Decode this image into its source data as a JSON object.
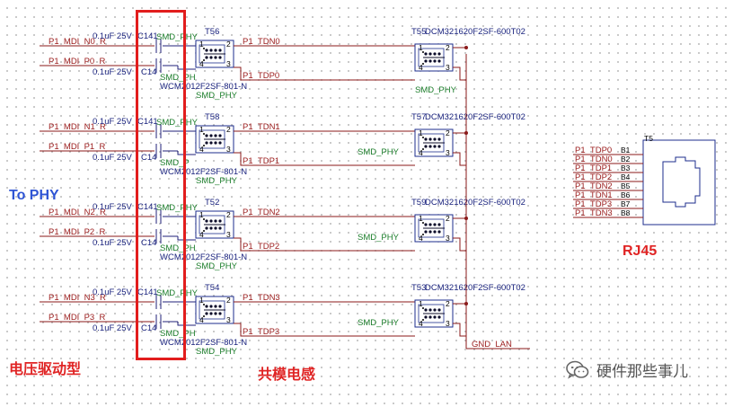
{
  "channels": [
    {
      "in_a": "P1_MDI_N0_R",
      "in_b": "P1_MDI_P0_R",
      "cap_a_value": "0.1uF 25V",
      "cap_a_ref": "C141",
      "cap_b_value": "0.1uF 25V",
      "cap_b_ref": "C14",
      "label_top": "SMD_PHY",
      "label_mid": "SMD_PH",
      "xfmr_ref": "T56",
      "xfmr_part": "WCM2012F2SF-801-N",
      "xfmr_label": "SMD_PHY",
      "out_a": "P1_TDN0",
      "out_b": "P1_TDP0",
      "cmc_ref": "T55",
      "cmc_part": "DCM321620F2SF-600T02",
      "cmc_label": "SMD_PHY",
      "cmc_label_pos": "below"
    },
    {
      "in_a": "P1_MDI_N1_R",
      "in_b": "P1_MDI_P1_R",
      "cap_a_value": "0.1uF 25V",
      "cap_a_ref": "C141",
      "cap_b_value": "0.1uF 25V",
      "cap_b_ref": "C14",
      "label_top": "SMD_PHY",
      "label_mid": "SMD_P",
      "xfmr_ref": "T58",
      "xfmr_part": "WCM2012F2SF-801-N",
      "xfmr_label": "SMD_PHY",
      "out_a": "P1_TDN1",
      "out_b": "P1_TDP1",
      "cmc_ref": "T57",
      "cmc_part": "DCM321620F2SF-600T02",
      "cmc_label": "SMD_PHY",
      "cmc_label_pos": "left"
    },
    {
      "in_a": "P1_MDI_N2_R",
      "in_b": "P1_MDI_P2_R",
      "cap_a_value": "0.1uF 25V",
      "cap_a_ref": "C141",
      "cap_b_value": "0.1uF 25V",
      "cap_b_ref": "C14",
      "label_top": "SMD_PHY",
      "label_mid": "SMD_PH",
      "xfmr_ref": "T52",
      "xfmr_part": "WCM2012F2SF-801-N",
      "xfmr_label": "SMD_PHY",
      "out_a": "P1_TDN2",
      "out_b": "P1_TDP2",
      "cmc_ref": "T59",
      "cmc_part": "DCM321620F2SF-600T02",
      "cmc_label": "SMD_PHY",
      "cmc_label_pos": "left"
    },
    {
      "in_a": "P1_MDI_N3_R",
      "in_b": "P1_MDI_P3_R",
      "cap_a_value": "0.1uF 25V",
      "cap_a_ref": "C141",
      "cap_b_value": "0.1uF 25V",
      "cap_b_ref": "C14",
      "label_top": "SMD_PHY",
      "label_mid": "SMD_PH",
      "xfmr_ref": "T54",
      "xfmr_part": "WCM2012F2SF-801-N",
      "xfmr_label": "SMD_PHY",
      "out_a": "P1_TDN3",
      "out_b": "P1_TDP3",
      "cmc_ref": "T53",
      "cmc_part": "DCM321620F2SF-600T02",
      "cmc_label": "SMD_PHY",
      "cmc_label_pos": "left"
    }
  ],
  "ground_net": "GND_LAN",
  "rj45": {
    "pins": [
      {
        "net": "P1_TDP0",
        "pin": "B1"
      },
      {
        "net": "P1_TDN0",
        "pin": "B2"
      },
      {
        "net": "P1_TDP1",
        "pin": "B3"
      },
      {
        "net": "P1_TDP2",
        "pin": "B4"
      },
      {
        "net": "P1_TDN2",
        "pin": "B5"
      },
      {
        "net": "P1_TDN1",
        "pin": "B6"
      },
      {
        "net": "P1_TDP3",
        "pin": "B7"
      },
      {
        "net": "P1_TDN3",
        "pin": "B8"
      }
    ]
  },
  "annotations": {
    "to_phy": "To PHY",
    "rj45": "RJ45",
    "voltage_drive": "电压驱动型",
    "common_mode_choke": "共模电感"
  },
  "watermark": {
    "text": "硬件那些事儿",
    "icon": "wechat-icon"
  },
  "colors": {
    "highlight_box": "#e21d1d",
    "net_label": "#9b1c1c",
    "body_stroke": "#1c2e8c",
    "secondary_label": "#1b7d2a"
  }
}
